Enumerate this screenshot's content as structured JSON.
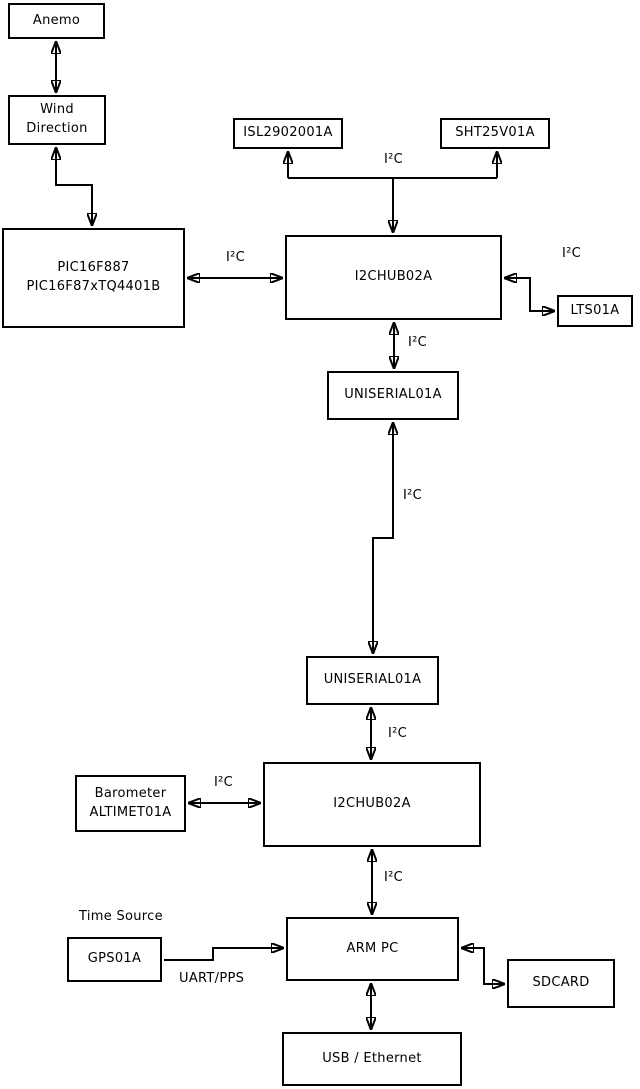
{
  "diagram": {
    "colors": {
      "background": "#ffffff",
      "line": "#000000",
      "text": "#000000"
    },
    "nodes": {
      "anemo": {
        "label": "Anemo"
      },
      "wind_direction": {
        "label": "Wind\nDirection"
      },
      "pic": {
        "label": "PIC16F887\nPIC16F87xTQ4401B"
      },
      "isl2902001a": {
        "label": "ISL2902001A"
      },
      "sht25v01a": {
        "label": "SHT25V01A"
      },
      "i2chub_top": {
        "label": "I2CHUB02A"
      },
      "lts01a": {
        "label": "LTS01A"
      },
      "uniserial_top": {
        "label": "UNISERIAL01A"
      },
      "uniserial_bottom": {
        "label": "UNISERIAL01A"
      },
      "barometer": {
        "label": "Barometer\nALTIMET01A"
      },
      "i2chub_bottom": {
        "label": "I2CHUB02A"
      },
      "gps01a": {
        "label": "GPS01A"
      },
      "arm_pc": {
        "label": "ARM PC"
      },
      "sdcard": {
        "label": "SDCARD"
      },
      "usb_ethernet": {
        "label": "USB / Ethernet"
      }
    },
    "labels": {
      "i2c_sensor_bus": "I²C",
      "i2c_pic_hub": "I²C",
      "i2c_hub_lts": "I²C",
      "i2c_hub_uniserial": "I²C",
      "i2c_uniserial_link": "I²C",
      "i2c_uniserial_hub2": "I²C",
      "i2c_barometer_hub": "I²C",
      "i2c_hub2_armpc": "I²C",
      "time_source": "Time Source",
      "uart_pps": "UART/PPS"
    }
  }
}
